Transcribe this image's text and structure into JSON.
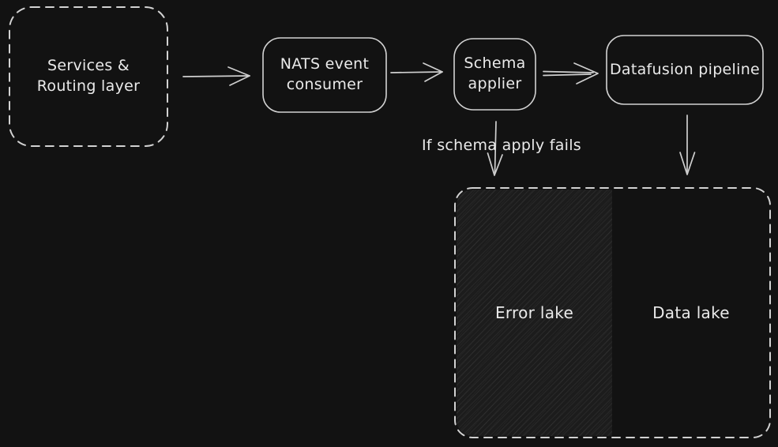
{
  "canvas": {
    "background": "#121212",
    "stroke_color": "#d2d2d2",
    "text_color": "#eaeaea",
    "error_lake_fill": "#1c1c1c"
  },
  "nodes": {
    "services_routing": {
      "label": "Services & Routing layer"
    },
    "nats_consumer": {
      "label": "NATS event consumer"
    },
    "schema_applier": {
      "label": "Schema applier"
    },
    "datafusion_pipeline": {
      "label": "Datafusion pipeline"
    },
    "error_lake": {
      "label": "Error lake"
    },
    "data_lake": {
      "label": "Data lake"
    }
  },
  "annotations": {
    "schema_fail_condition": "If schema apply fails"
  },
  "edges": [
    {
      "from": "services_routing",
      "to": "nats_consumer",
      "label": ""
    },
    {
      "from": "nats_consumer",
      "to": "schema_applier",
      "label": ""
    },
    {
      "from": "schema_applier",
      "to": "datafusion_pipeline",
      "label": ""
    },
    {
      "from": "schema_applier",
      "to": "error_lake",
      "label": "If schema apply fails"
    },
    {
      "from": "datafusion_pipeline",
      "to": "data_lake",
      "label": ""
    }
  ]
}
